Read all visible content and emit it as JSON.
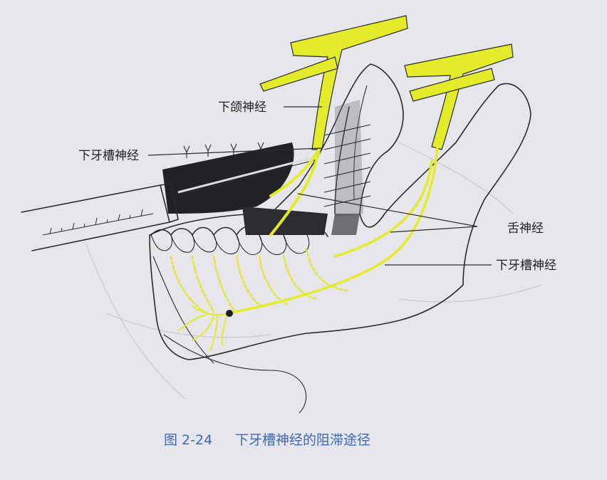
{
  "labels": {
    "mandibular_nerve": "下颌神经",
    "inferior_alveolar_nerve_left": "下牙槽神经",
    "lingual_nerve": "舌神经",
    "inferior_alveolar_nerve_right": "下牙槽神经"
  },
  "caption": {
    "number": "图 2-24",
    "title": "下牙槽神经的阻滞途径"
  },
  "colors": {
    "nerve": "#e2ec2a",
    "ink": "#2a2a2e",
    "caption": "#3f68b8",
    "background": "#e7e6ec"
  }
}
